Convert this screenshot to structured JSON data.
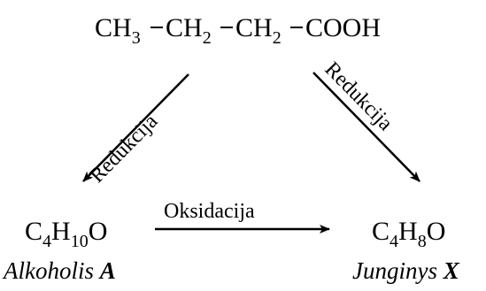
{
  "top_formula": {
    "groups": [
      {
        "pre": "CH",
        "sub": "3"
      },
      {
        "pre": "CH",
        "sub": "2"
      },
      {
        "pre": "CH",
        "sub": "2"
      },
      {
        "pre": "COOH",
        "sub": ""
      }
    ]
  },
  "left_arrow": {
    "label": "Redukcija"
  },
  "right_arrow": {
    "label": "Redukcija"
  },
  "bottom_arrow": {
    "label": "Oksidacija"
  },
  "left_product": {
    "formula": [
      {
        "pre": "C",
        "sub": "4"
      },
      {
        "pre": "H",
        "sub": "10"
      },
      {
        "pre": "O",
        "sub": ""
      }
    ],
    "name": "Alkoholis",
    "letter": "A"
  },
  "right_product": {
    "formula": [
      {
        "pre": "C",
        "sub": "4"
      },
      {
        "pre": "H",
        "sub": "8"
      },
      {
        "pre": "O",
        "sub": ""
      }
    ],
    "name": "Junginys",
    "letter": "X"
  },
  "colors": {
    "ink": "#000000",
    "background": "#ffffff"
  }
}
